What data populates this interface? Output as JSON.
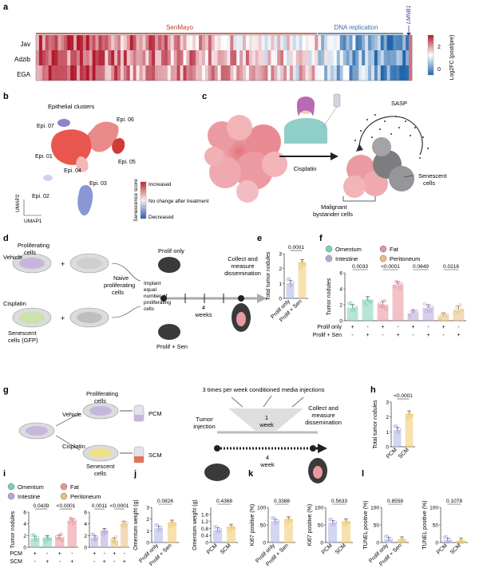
{
  "panels": {
    "a": "a",
    "b": "b",
    "c": "c",
    "d": "d",
    "e": "e",
    "f": "f",
    "g": "g",
    "h": "h",
    "i": "i",
    "j": "j",
    "k": "k",
    "l": "l"
  },
  "panel_a": {
    "gene_label": "LMNB1",
    "group_senmayo": "SenMayo",
    "group_dna": "DNA replication",
    "rows": [
      "Jav",
      "Adzib",
      "EGA"
    ],
    "colorbar_ticks": [
      "2",
      "0"
    ],
    "colorbar_label": "Log2FC (post/pre)",
    "colors": {
      "high": "#c8202a",
      "mid": "#ffffff",
      "low": "#2b6cb0"
    }
  },
  "panel_b": {
    "title": "Epithelial clusters",
    "clusters": [
      "Epi. 07",
      "Epi. 06",
      "Epi. 01",
      "Epi. 05",
      "Epi. 04",
      "Epi. 02",
      "Epi. 03"
    ],
    "axis_y": "UMAP2",
    "axis_x": "UMAP1",
    "legend_title": "Senescence score",
    "legend_high": "Increased",
    "legend_mid": "No change after treatment",
    "legend_low": "Decreased"
  },
  "panel_c": {
    "sasp": "SASP",
    "drug": "Cisplatin",
    "senescent": "Senescent cells",
    "bystander": "Malignant bystander cells"
  },
  "panel_d": {
    "vehicle": "Vehicle",
    "prolif_cells": "Proliferating cells",
    "naive": "Naive proliferating cells",
    "cisplatin": "Cisplatin",
    "senescent_gfp": "Senescent cells (GFP)",
    "implant": "Implant equal number of proliferating cells",
    "prolif_only": "Prolif only",
    "prolif_sen": "Prolif + Sen",
    "weeks": "4 weeks",
    "collect": "Collect and measure dissemination"
  },
  "chart_data": [
    {
      "id": "e",
      "type": "bar",
      "ylabel": "Total tumor nodules",
      "categories": [
        "Prolif only",
        "Prolif + Sen"
      ],
      "values": [
        1.0,
        2.4
      ],
      "ylim": [
        0,
        3
      ],
      "pvalues": [
        "0.0001"
      ]
    },
    {
      "id": "f",
      "type": "bar",
      "ylabel": "Tumor nodules",
      "legend": [
        "Omentum",
        "Fat",
        "Intestine",
        "Peritoneum"
      ],
      "row_labels": [
        "Prolif only",
        "Prolif + Sen"
      ],
      "row_signs": [
        [
          "+",
          "-",
          "+",
          "-",
          "+",
          "-",
          "+",
          "-"
        ],
        [
          "-",
          "+",
          "-",
          "+",
          "-",
          "+",
          "-",
          "+"
        ]
      ],
      "values": [
        1.6,
        2.6,
        2.0,
        4.5,
        0.9,
        1.6,
        0.6,
        1.4
      ],
      "ylim": [
        0,
        6
      ],
      "pvalues": [
        "0.0033",
        "<0.0001",
        "0.0649",
        "0.0216"
      ]
    },
    {
      "id": "h",
      "type": "bar",
      "ylabel": "Total tumor nodules",
      "categories": [
        "PCM",
        "SCM"
      ],
      "values": [
        1.1,
        2.2
      ],
      "ylim": [
        0,
        3
      ],
      "pvalues": [
        "<0.0001"
      ]
    },
    {
      "id": "i1",
      "type": "bar",
      "ylabel": "Tumor nodules",
      "legend": [
        "Omentum",
        "Fat",
        "Intestine",
        "Peritoneum"
      ],
      "row_labels": [
        "PCM",
        "SCM"
      ],
      "row_signs": [
        [
          "+",
          "-",
          "+",
          "-"
        ],
        [
          "-",
          "+",
          "-",
          "+"
        ]
      ],
      "values": [
        1.5,
        1.6,
        1.7,
        4.5
      ],
      "ylim": [
        0,
        6
      ],
      "pvalues": [
        "0.0439",
        "<0.0001"
      ]
    },
    {
      "id": "i2",
      "type": "bar",
      "ylabel": "",
      "row_signs": [
        [
          "+",
          "-",
          "+",
          "-"
        ],
        [
          "-",
          "+",
          "-",
          "+"
        ]
      ],
      "values": [
        1.6,
        2.8,
        1.2,
        4.0
      ],
      "ylim": [
        0,
        6
      ],
      "pvalues": [
        "0.0011",
        "<0.0001"
      ]
    },
    {
      "id": "j1",
      "type": "bar",
      "ylabel": "Omentum weight (g)",
      "categories": [
        "Prolif only",
        "Prolif + Sen"
      ],
      "values": [
        1.2,
        1.7
      ],
      "ylim": [
        0,
        3
      ],
      "pvalues": [
        "0.0826"
      ]
    },
    {
      "id": "j2",
      "type": "bar",
      "ylabel": "Omentum weight (g)",
      "categories": [
        "PCM",
        "SCM"
      ],
      "values": [
        0.7,
        0.9
      ],
      "ylim": [
        0,
        2
      ],
      "ticks": [
        "0",
        "0.4",
        "0.8",
        "1.2",
        "1.6"
      ],
      "pvalues": [
        "0.4368"
      ]
    },
    {
      "id": "k1",
      "type": "bar",
      "ylabel": "Ki67 positive (%)",
      "categories": [
        "Prolif only",
        "Prolif + Sen"
      ],
      "values": [
        60,
        66
      ],
      "ylim": [
        0,
        100
      ],
      "pvalues": [
        "0.3388"
      ]
    },
    {
      "id": "k2",
      "type": "bar",
      "ylabel": "Ki67 positive (%)",
      "categories": [
        "PCM",
        "SCM"
      ],
      "values": [
        56,
        60
      ],
      "ylim": [
        0,
        100
      ],
      "pvalues": [
        "0.5633"
      ]
    },
    {
      "id": "l1",
      "type": "bar",
      "ylabel": "TUNEL positive (%)",
      "categories": [
        "Prolif only",
        "Prolif + Sen"
      ],
      "values": [
        8,
        9
      ],
      "ylim": [
        0,
        100
      ],
      "pvalues": [
        "0.8558"
      ]
    },
    {
      "id": "l2",
      "type": "bar",
      "ylabel": "TUNEL positive (%)",
      "categories": [
        "PCM",
        "SCM"
      ],
      "values": [
        6,
        5
      ],
      "ylim": [
        0,
        100
      ],
      "pvalues": [
        "0.1078"
      ]
    }
  ],
  "panel_g": {
    "vehicle": "Vehicle",
    "prolif_cells": "Proliferating cells",
    "cisplatin": "Cisplatin",
    "senescent": "Senescent cells",
    "pcm": "PCM",
    "scm": "SCM",
    "injections": "3 times per week conditioned media injections",
    "week1": "1 week",
    "tumor_injection": "Tumor injection",
    "collect": "Collect and measure dissemination",
    "week4": "4 week"
  },
  "legend_i": [
    "Omentum",
    "Fat",
    "Intestine",
    "Peritoneum"
  ],
  "legend_f": [
    "Omentum",
    "Fat",
    "Intestine",
    "Peritoneum"
  ],
  "ticks": {
    "y0_3": [
      "0",
      "1",
      "2",
      "3"
    ],
    "y0_6": [
      "0",
      "2",
      "4",
      "6"
    ],
    "y0_100": [
      "0",
      "50",
      "100"
    ]
  },
  "colors": {
    "omentum": "#7fcfb8",
    "fat": "#e8929b",
    "intestine": "#b7a6d8",
    "peritoneum": "#e6c07e",
    "control": "#b0b4e6",
    "sen": "#f2c96e",
    "pcm": "#b0b4e6",
    "scm": "#f2c96e"
  }
}
